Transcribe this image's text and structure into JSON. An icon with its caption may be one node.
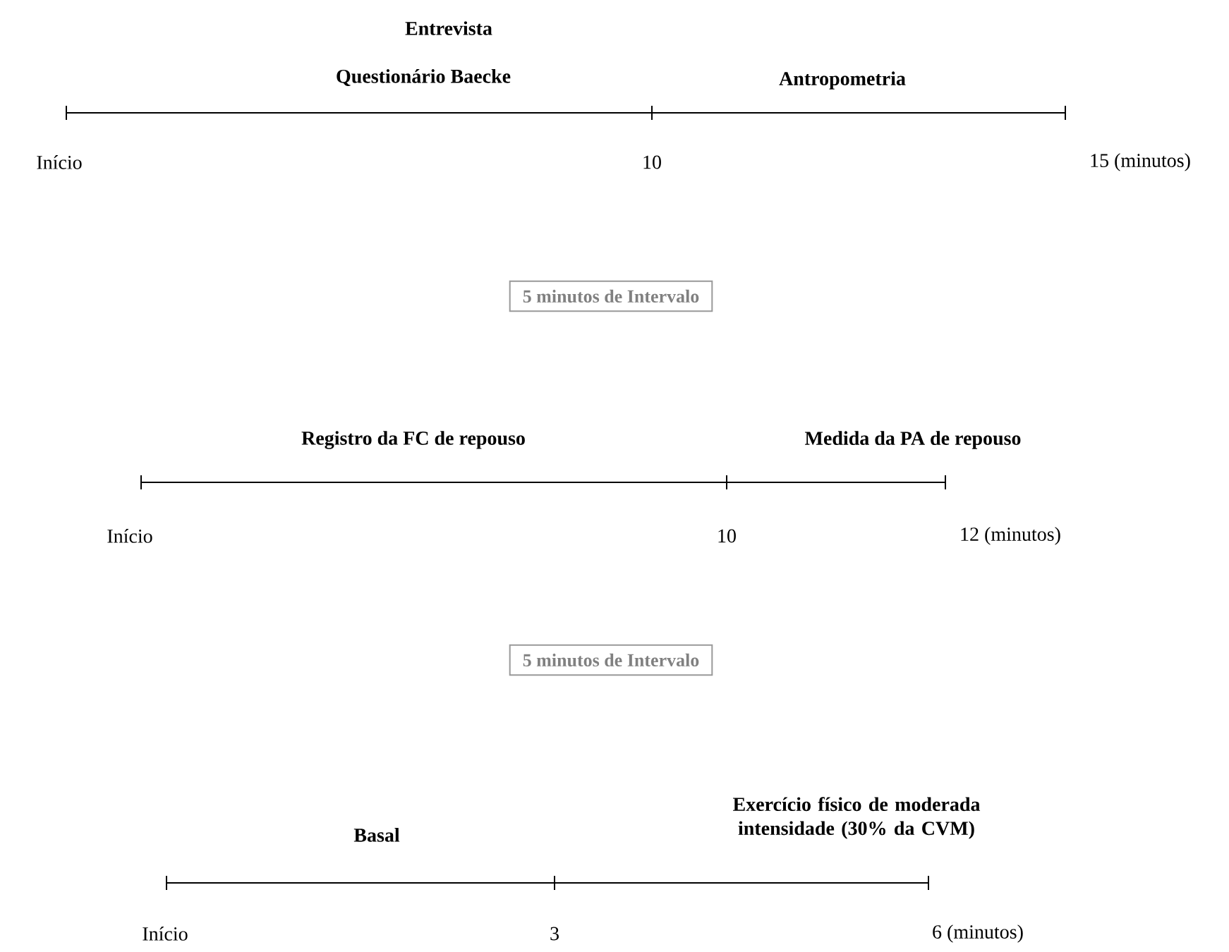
{
  "diagram": {
    "nodes": [
      {
        "text": [
          "5 minutos de Intervalo"
        ]
      },
      {
        "text": [
          "5 minutos de Intervalo"
        ]
      }
    ],
    "labels": [
      "Entrevista",
      "Questionário Baecke",
      "Antropometria",
      "Início",
      "10",
      "15 (minutos)",
      "Registro da FC de repouso",
      "Medida da PA de repouso",
      "Início",
      "10",
      "12 (minutos)",
      "Exercício físico de moderada intensidade (30% da CVM)",
      "Basal",
      "Início",
      "3",
      "6 (minutos)"
    ]
  }
}
